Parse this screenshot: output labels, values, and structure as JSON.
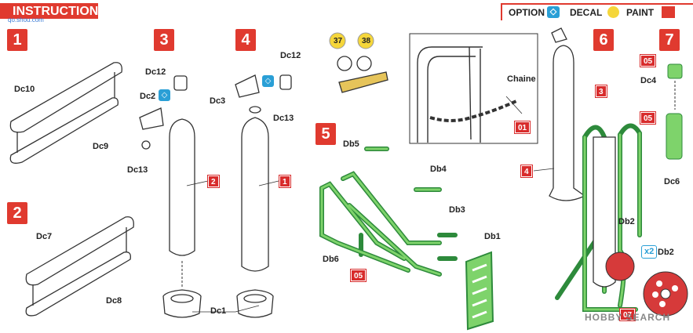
{
  "header": {
    "title": "INSTRUCTION",
    "watermark": "qo.shou.com"
  },
  "legend": {
    "option": "OPTION",
    "decal": "DECAL",
    "paint": "PAINT"
  },
  "colors": {
    "red": "#e03a2f",
    "green": "#6cc04a",
    "yellow": "#f5d63a",
    "blue": "#2a9fd6"
  },
  "steps": [
    "1",
    "3",
    "4",
    "2",
    "5",
    "6",
    "7"
  ],
  "labels": {
    "dc10": "Dc10",
    "dc9": "Dc9",
    "dc12a": "Dc12",
    "dc2": "Dc2",
    "dc13a": "Dc13",
    "dc12b": "Dc12",
    "dc3": "Dc3",
    "dc13b": "Dc13",
    "dc7": "Dc7",
    "dc8": "Dc8",
    "dc1": "Dc1",
    "db5": "Db5",
    "db4": "Db4",
    "db3": "Db3",
    "db1": "Db1",
    "db6": "Db6",
    "dc4": "Dc4",
    "dc6": "Dc6",
    "db2a": "Db2",
    "db2b": "Db2",
    "chaine": "Chaine"
  },
  "paint_tags": {
    "t2": "2",
    "t1": "1",
    "t05a": "05",
    "t01": "01",
    "t4": "4",
    "t3": "3",
    "t05b": "05",
    "t05c": "05",
    "t07": "07"
  },
  "option_tags": {
    "x2": "x2"
  },
  "decals": {
    "d37": "37",
    "d38": "38"
  },
  "footer": {
    "brand": "HOBBY SEARCH"
  }
}
